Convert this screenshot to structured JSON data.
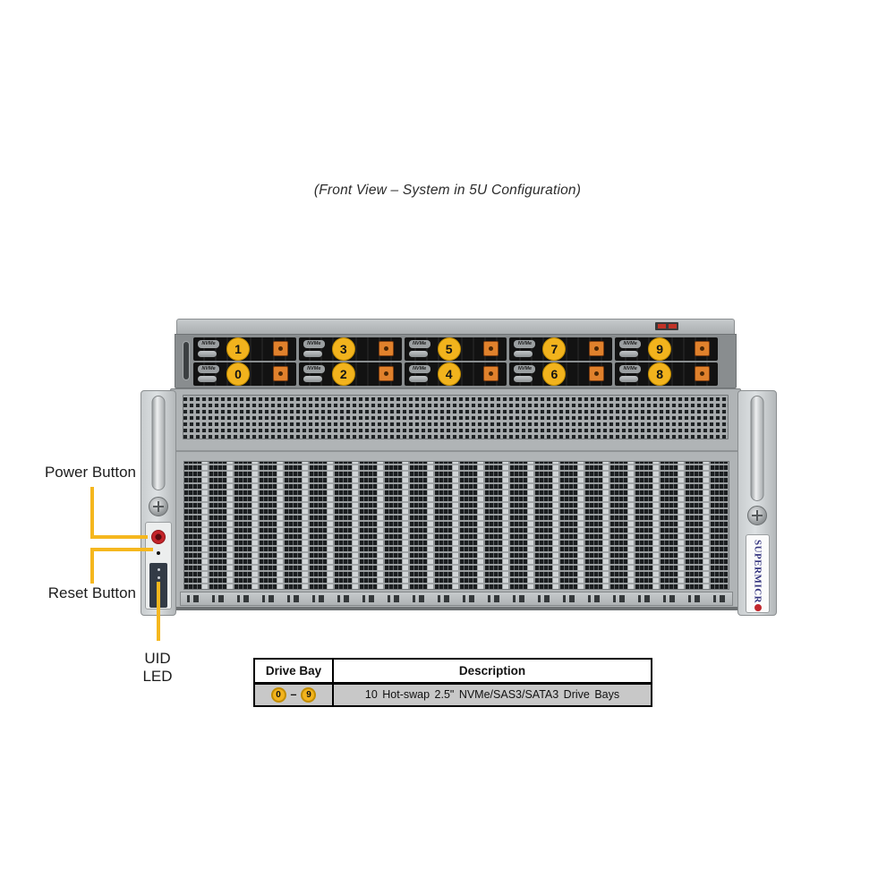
{
  "title": "(Front View – System in 5U Configuration)",
  "annotations": {
    "power_button": "Power Button",
    "reset_button": "Reset Button",
    "uid_led": "UID LED"
  },
  "server": {
    "brand": "SUPERMICR",
    "drive_label": "NVMe",
    "top_bays": [
      "1",
      "3",
      "5",
      "7",
      "9"
    ],
    "bottom_bays": [
      "0",
      "2",
      "4",
      "6",
      "8"
    ]
  },
  "table": {
    "headers": [
      "Drive Bay",
      "Description"
    ],
    "row": {
      "bay_start": "0",
      "separator": "–",
      "bay_end": "9",
      "description": "10 Hot-swap 2.5\" NVMe/SAS3/SATA3 Drive Bays"
    }
  },
  "colors": {
    "accent_yellow": "#F2B31D",
    "latch_orange": "#E0812C",
    "power_red": "#C4242A",
    "brand_blue": "#33337F",
    "leader_line": "#F5B71E"
  }
}
